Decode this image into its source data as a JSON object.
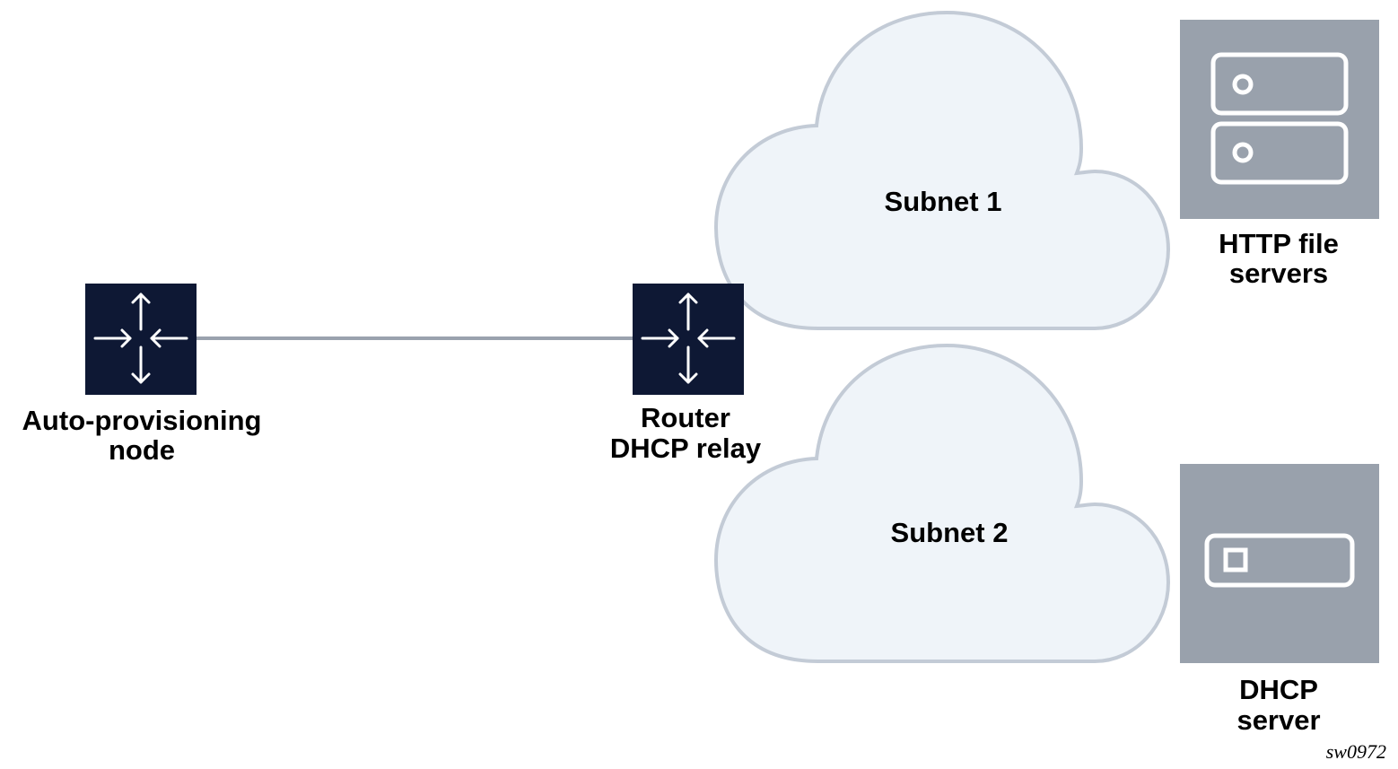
{
  "colors": {
    "router_fill": "#0e1834",
    "router_arrows": "#ffffff",
    "link_line": "#9aa2ae",
    "cloud_fill": "#eff4f9",
    "cloud_stroke": "#c3cbd6",
    "server_fill": "#99a1ac",
    "server_glyph": "#ffffff",
    "text": "#000000"
  },
  "icons": {
    "router": "router-arrows-icon",
    "file_servers": "server-rack-icon",
    "dhcp_server": "server-unit-icon"
  },
  "nodes": {
    "auto_node": {
      "label_line1": "Auto-provisioning",
      "label_line2": "node"
    },
    "router": {
      "label_line1": "Router",
      "label_line2": "DHCP relay"
    },
    "subnet1": {
      "label": "Subnet 1"
    },
    "subnet2": {
      "label": "Subnet 2"
    },
    "http_servers": {
      "label_line1": "HTTP file",
      "label_line2": "servers"
    },
    "dhcp_server": {
      "label_line1": "DHCP",
      "label_line2": "server"
    }
  },
  "figure_code": "sw0972"
}
